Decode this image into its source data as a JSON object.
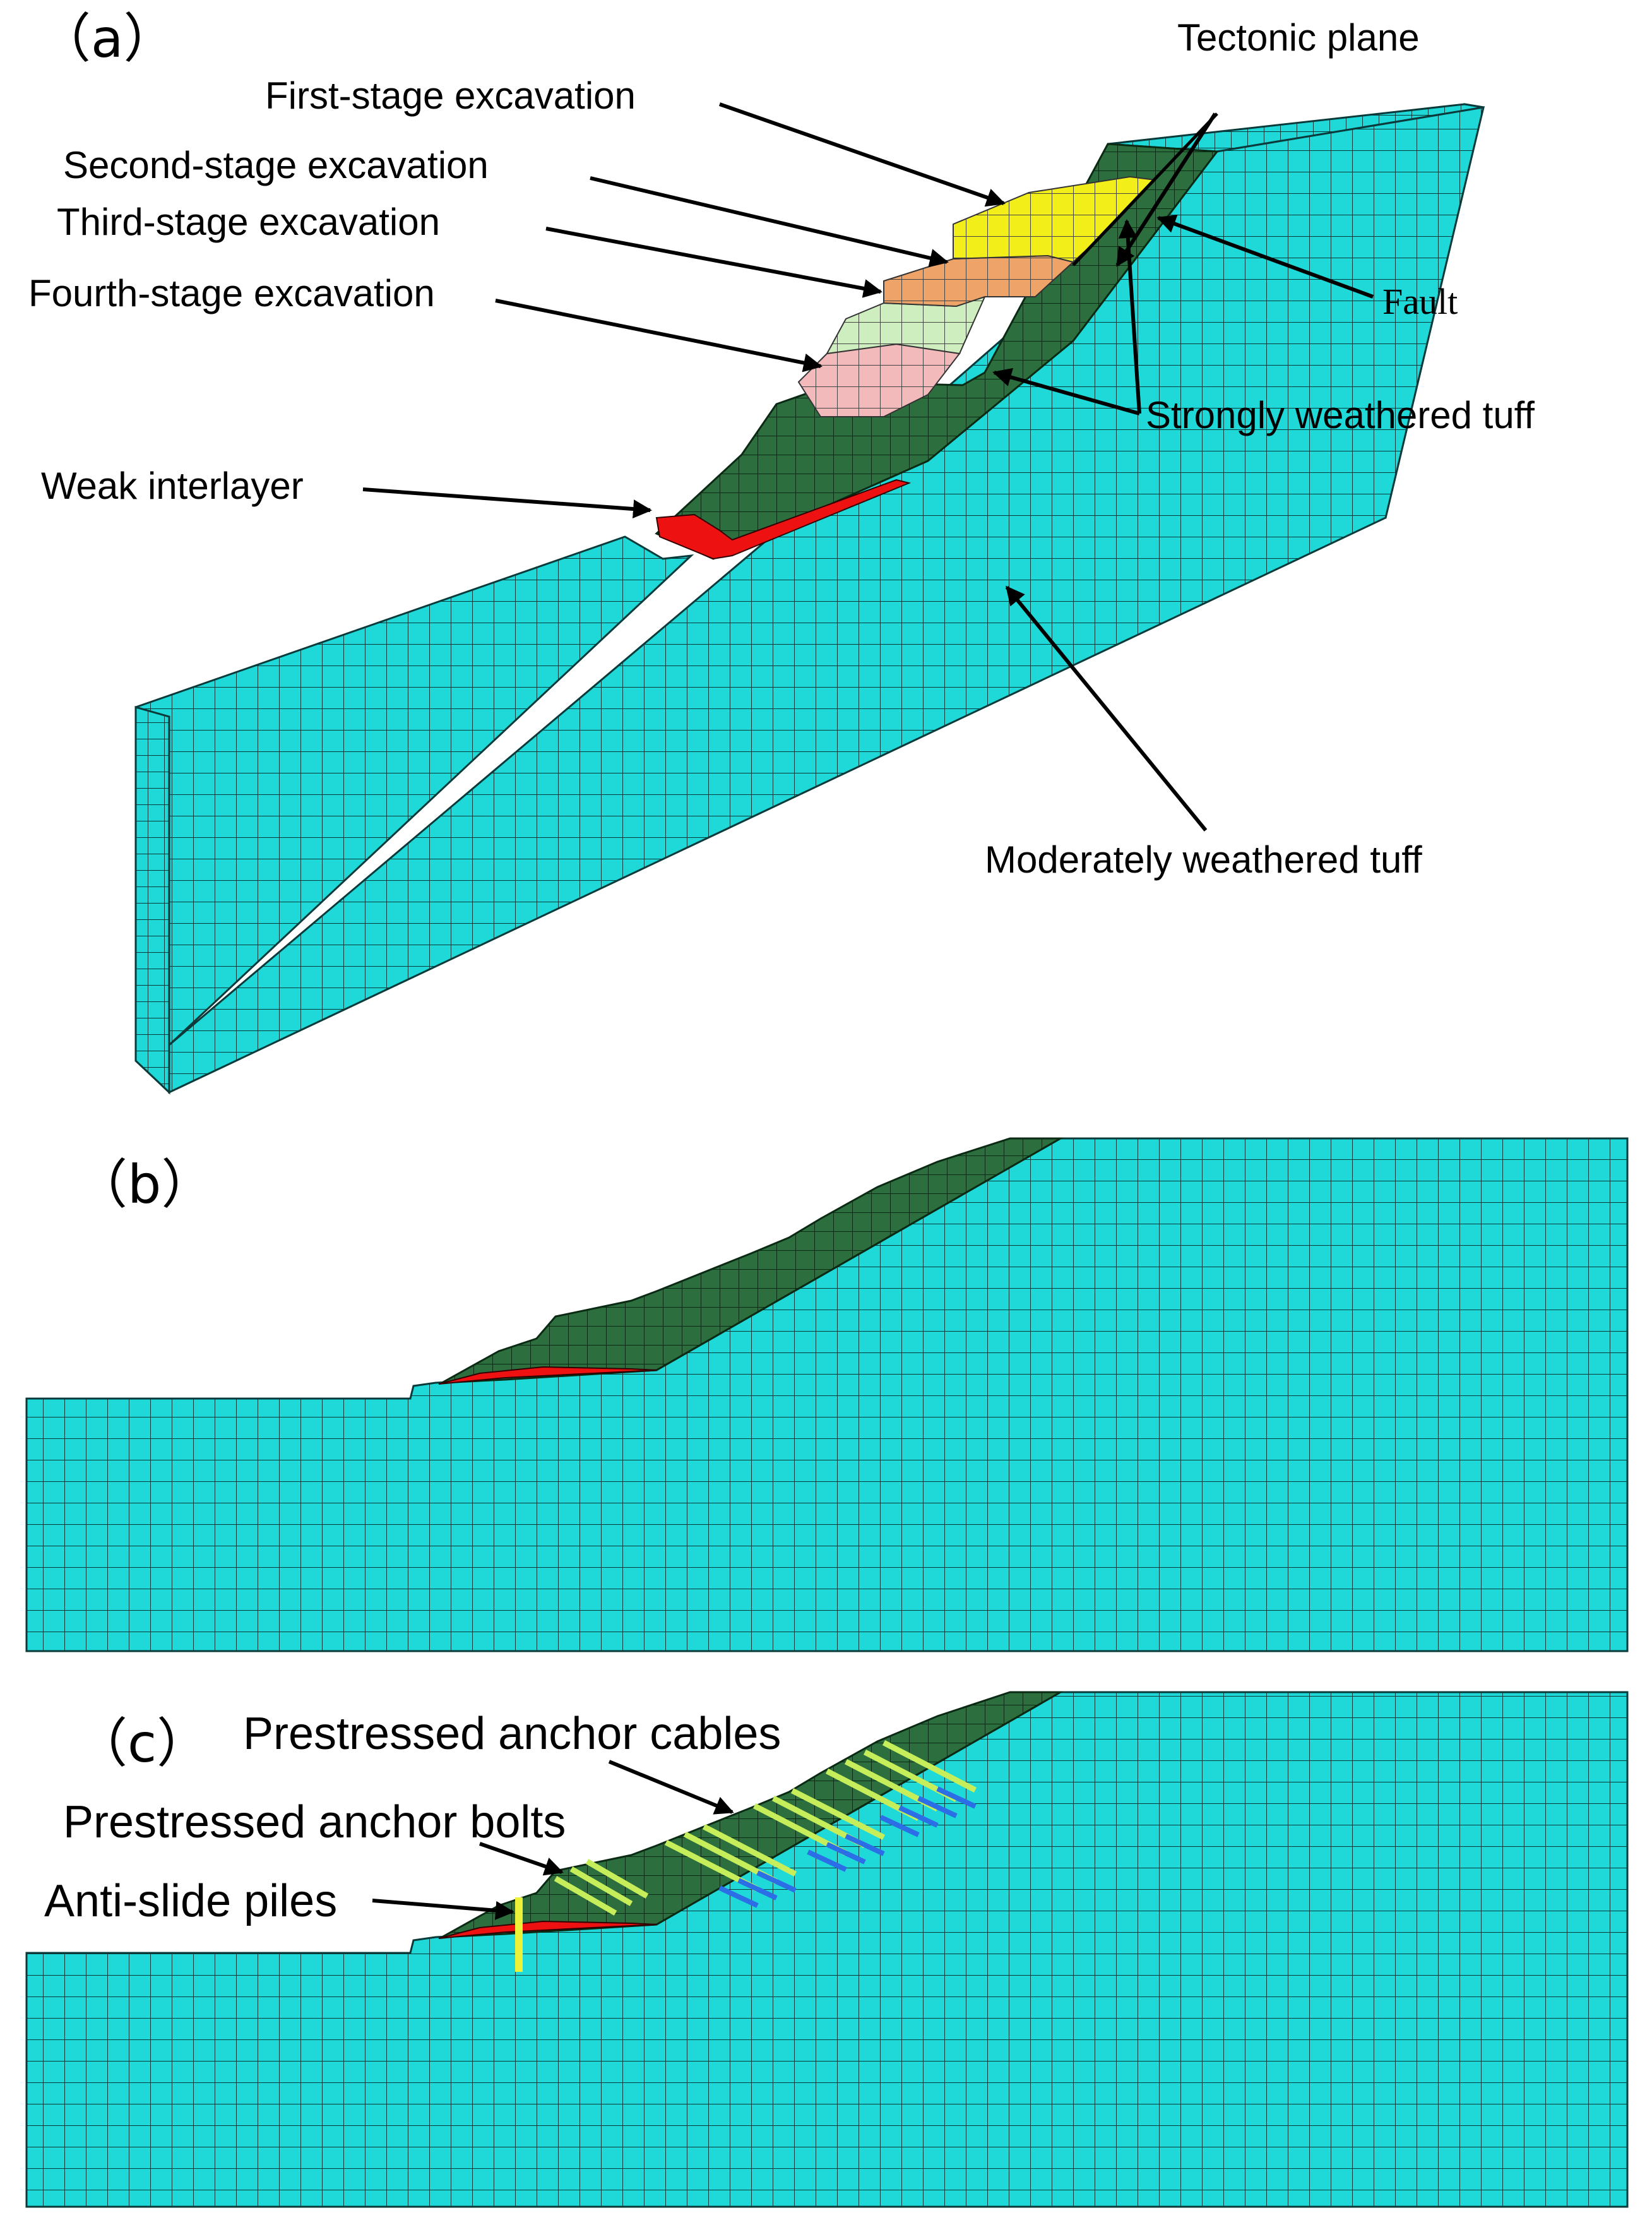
{
  "panel_a": {
    "tag": "（a）",
    "labels": {
      "tectonic_plane": "Tectonic plane",
      "first_stage": "First-stage excavation",
      "second_stage": "Second-stage excavation",
      "third_stage": "Third-stage excavation",
      "fourth_stage": "Fourth-stage excavation",
      "fault": "Fault",
      "strongly_weathered": "Strongly weathered tuff",
      "weak_interlayer": "Weak interlayer",
      "moderately_weathered": "Moderately weathered tuff"
    }
  },
  "panel_b": {
    "tag": "（b）"
  },
  "panel_c": {
    "tag": "（c）",
    "labels": {
      "anchor_cables": "Prestressed anchor cables",
      "anchor_bolts": "Prestressed anchor bolts",
      "anti_slide_piles": "Anti-slide piles"
    }
  },
  "colors": {
    "moderately_weathered_tuff": "#1fd8d8",
    "strongly_weathered_tuff": "#2d6e3e",
    "weak_interlayer": "#ee1111",
    "first_stage": "#f2ee1a",
    "second_stage": "#eea468",
    "third_stage": "#cfeec0",
    "fourth_stage": "#f2baba",
    "anchor_cable": "#c6ee5a",
    "anchor_bolt": "#2b6ee6",
    "anti_slide_pile": "#ecf23a",
    "mesh_line": "#0a3a3a"
  }
}
